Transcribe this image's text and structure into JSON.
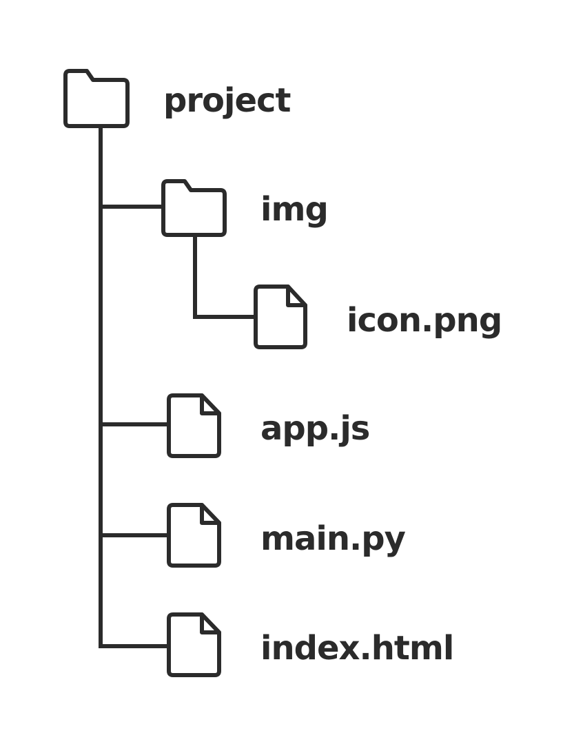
{
  "colors": {
    "stroke": "#2b2b2b",
    "background": "#ffffff"
  },
  "tree": {
    "root": {
      "name": "project",
      "icon": "folder-icon"
    },
    "items": [
      {
        "name": "img",
        "icon": "folder-icon",
        "depth": 1
      },
      {
        "name": "icon.png",
        "icon": "file-icon",
        "depth": 2
      },
      {
        "name": "app.js",
        "icon": "file-icon",
        "depth": 1
      },
      {
        "name": "main.py",
        "icon": "file-icon",
        "depth": 1
      },
      {
        "name": "index.html",
        "icon": "file-icon",
        "depth": 1
      }
    ]
  }
}
